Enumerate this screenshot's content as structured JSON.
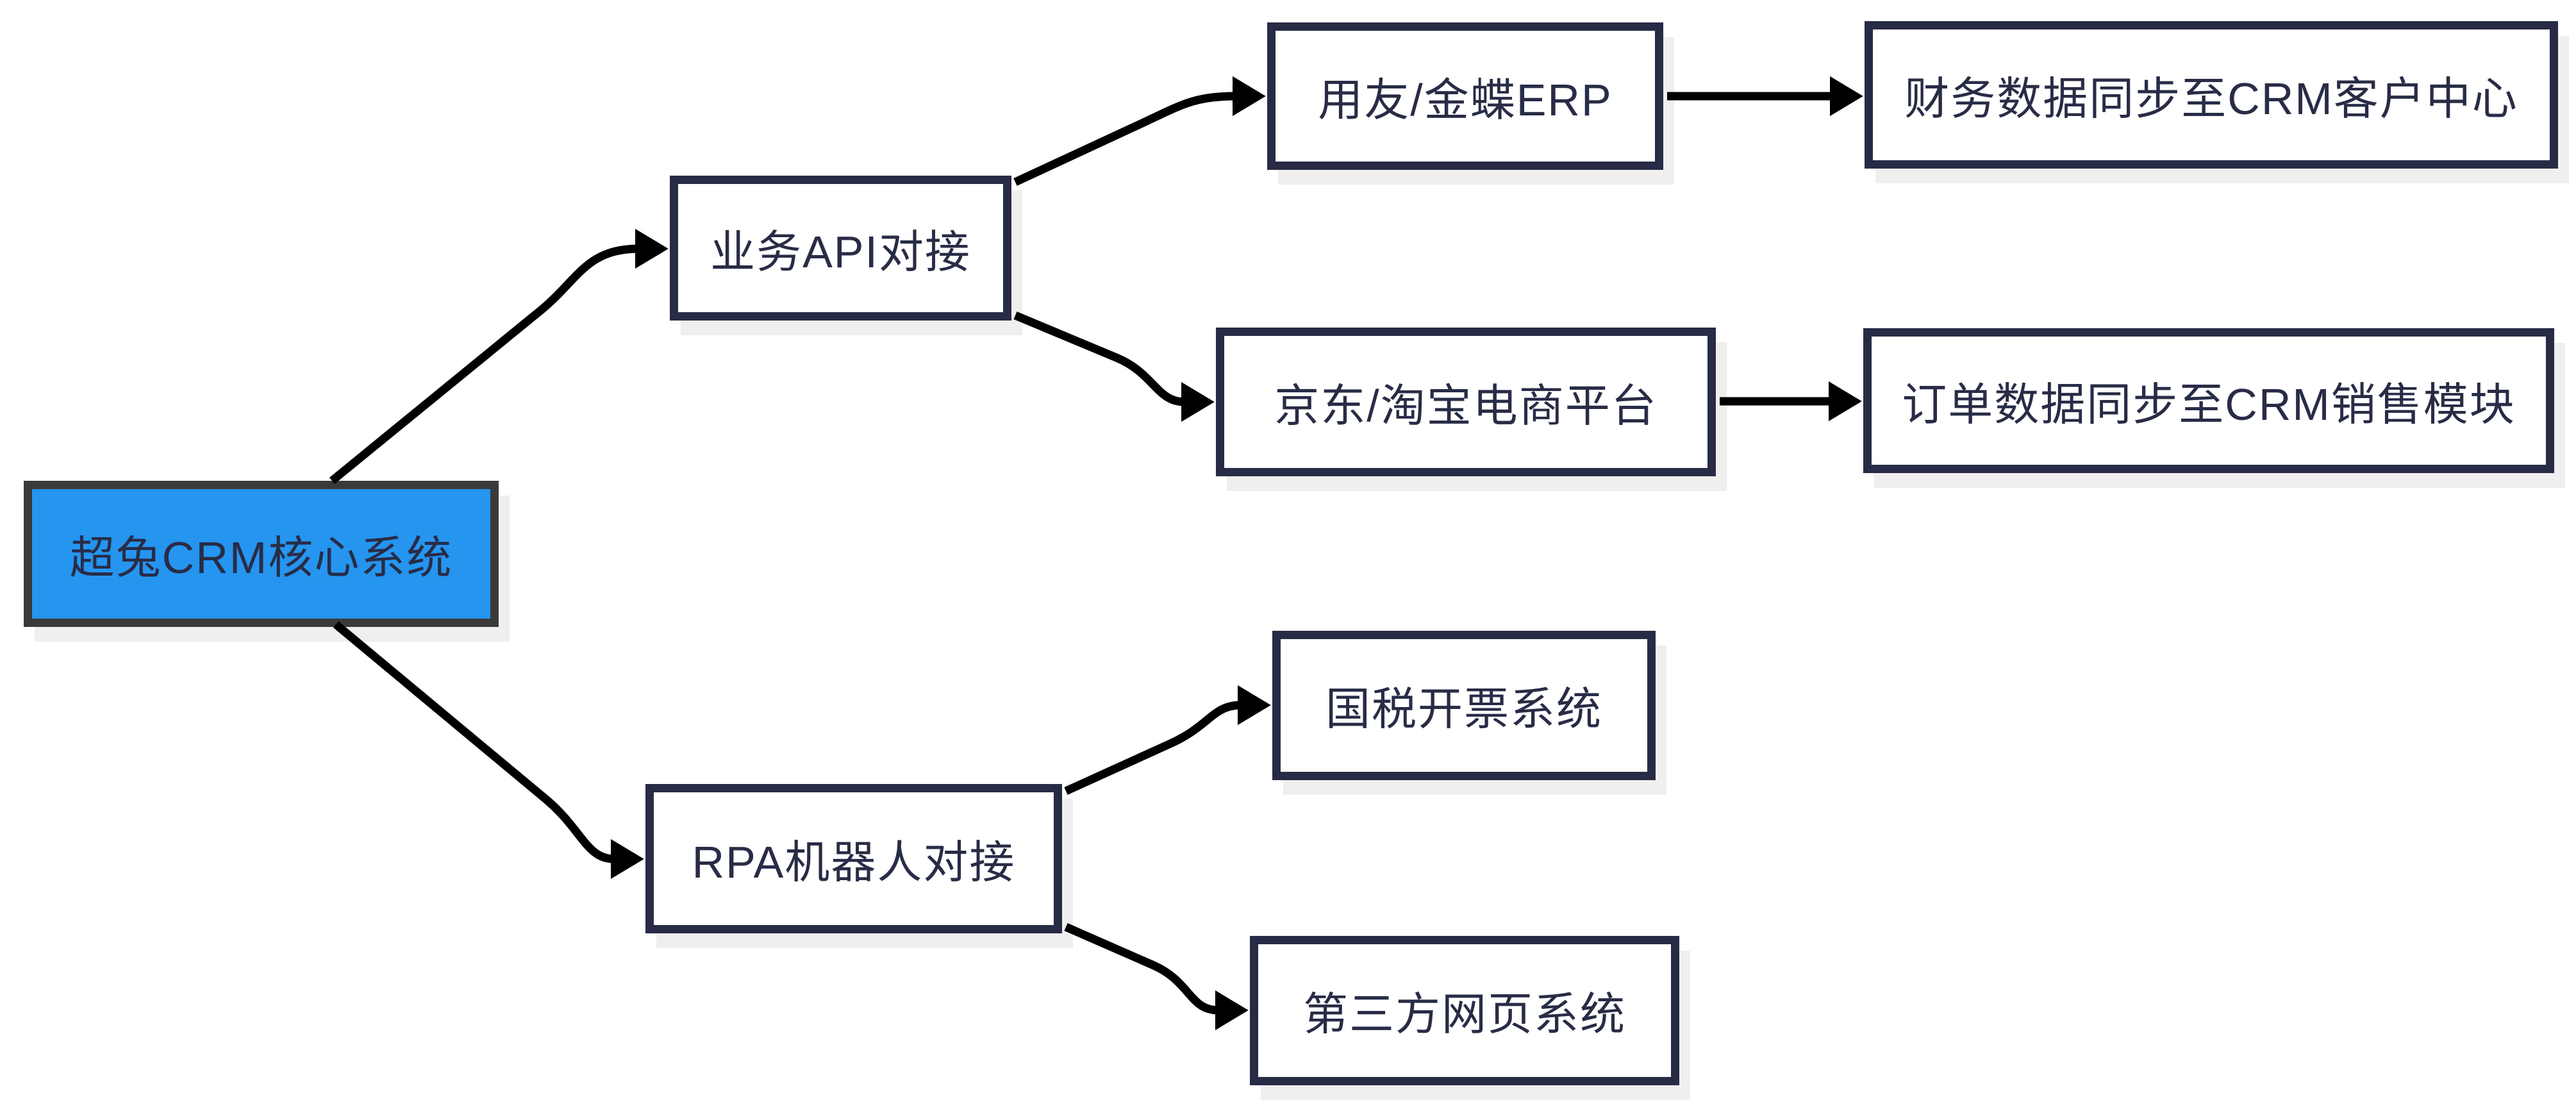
{
  "diagram": {
    "type": "flowchart",
    "background_color": "#ffffff",
    "arrow_color": "#000000",
    "shadow_color": "#efefef",
    "node_fill": "#ffffff",
    "node_border_color": "#272b45",
    "node_text_color": "#282c46",
    "nodes": {
      "crm_core": {
        "label": "超兔CRM核心系统",
        "fill": "#2595f0",
        "border_color": "#3a3a3a"
      },
      "api": {
        "label": "业务API对接"
      },
      "erp": {
        "label": "用友/金蝶ERP"
      },
      "finance_sync": {
        "label": "财务数据同步至CRM客户中心"
      },
      "ecommerce": {
        "label": "京东/淘宝电商平台"
      },
      "order_sync": {
        "label": "订单数据同步至CRM销售模块"
      },
      "rpa": {
        "label": "RPA机器人对接"
      },
      "tax_invoice": {
        "label": "国税开票系统"
      },
      "third_party_web": {
        "label": "第三方网页系统"
      }
    },
    "edges": [
      {
        "from": "crm_core",
        "to": "api"
      },
      {
        "from": "crm_core",
        "to": "rpa"
      },
      {
        "from": "api",
        "to": "erp"
      },
      {
        "from": "api",
        "to": "ecommerce"
      },
      {
        "from": "erp",
        "to": "finance_sync"
      },
      {
        "from": "ecommerce",
        "to": "order_sync"
      },
      {
        "from": "rpa",
        "to": "tax_invoice"
      },
      {
        "from": "rpa",
        "to": "third_party_web"
      }
    ]
  }
}
